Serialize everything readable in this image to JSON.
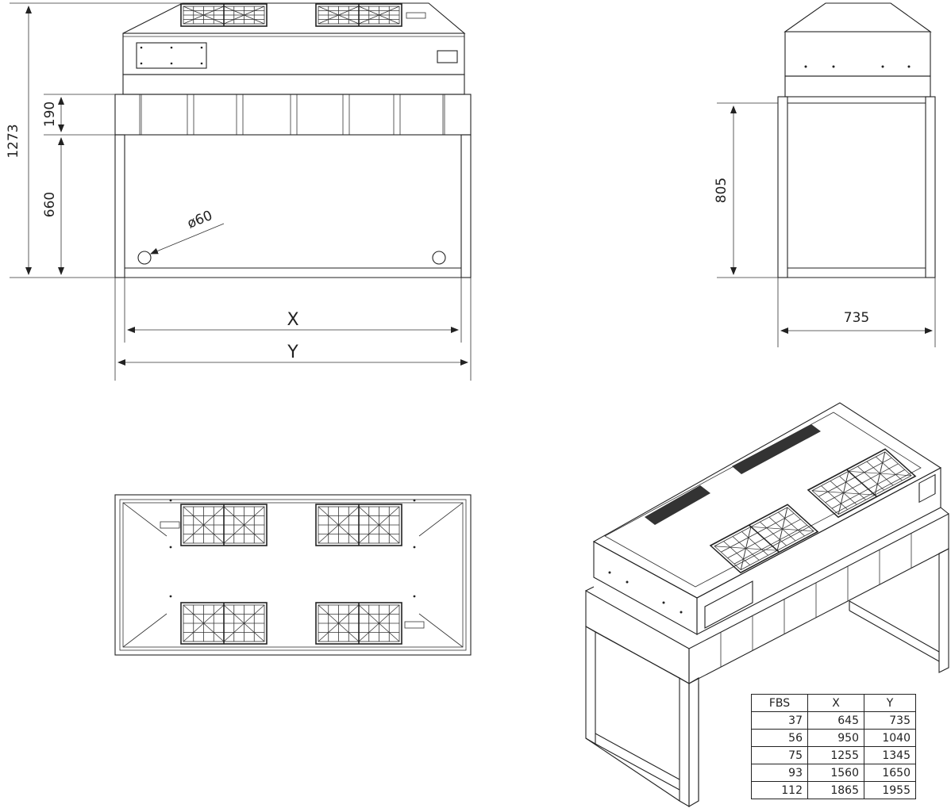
{
  "dimensions": {
    "overall_height": "1273",
    "panel_height": "190",
    "frame_height": "660",
    "hole_diameter": "ø60",
    "width_x": "X",
    "width_y": "Y",
    "side_height": "805",
    "depth": "735"
  },
  "table": {
    "headers": [
      "FBS",
      "X",
      "Y"
    ],
    "rows": [
      [
        "37",
        "645",
        "735"
      ],
      [
        "56",
        "950",
        "1040"
      ],
      [
        "75",
        "1255",
        "1345"
      ],
      [
        "93",
        "1560",
        "1650"
      ],
      [
        "112",
        "1865",
        "1955"
      ]
    ]
  }
}
